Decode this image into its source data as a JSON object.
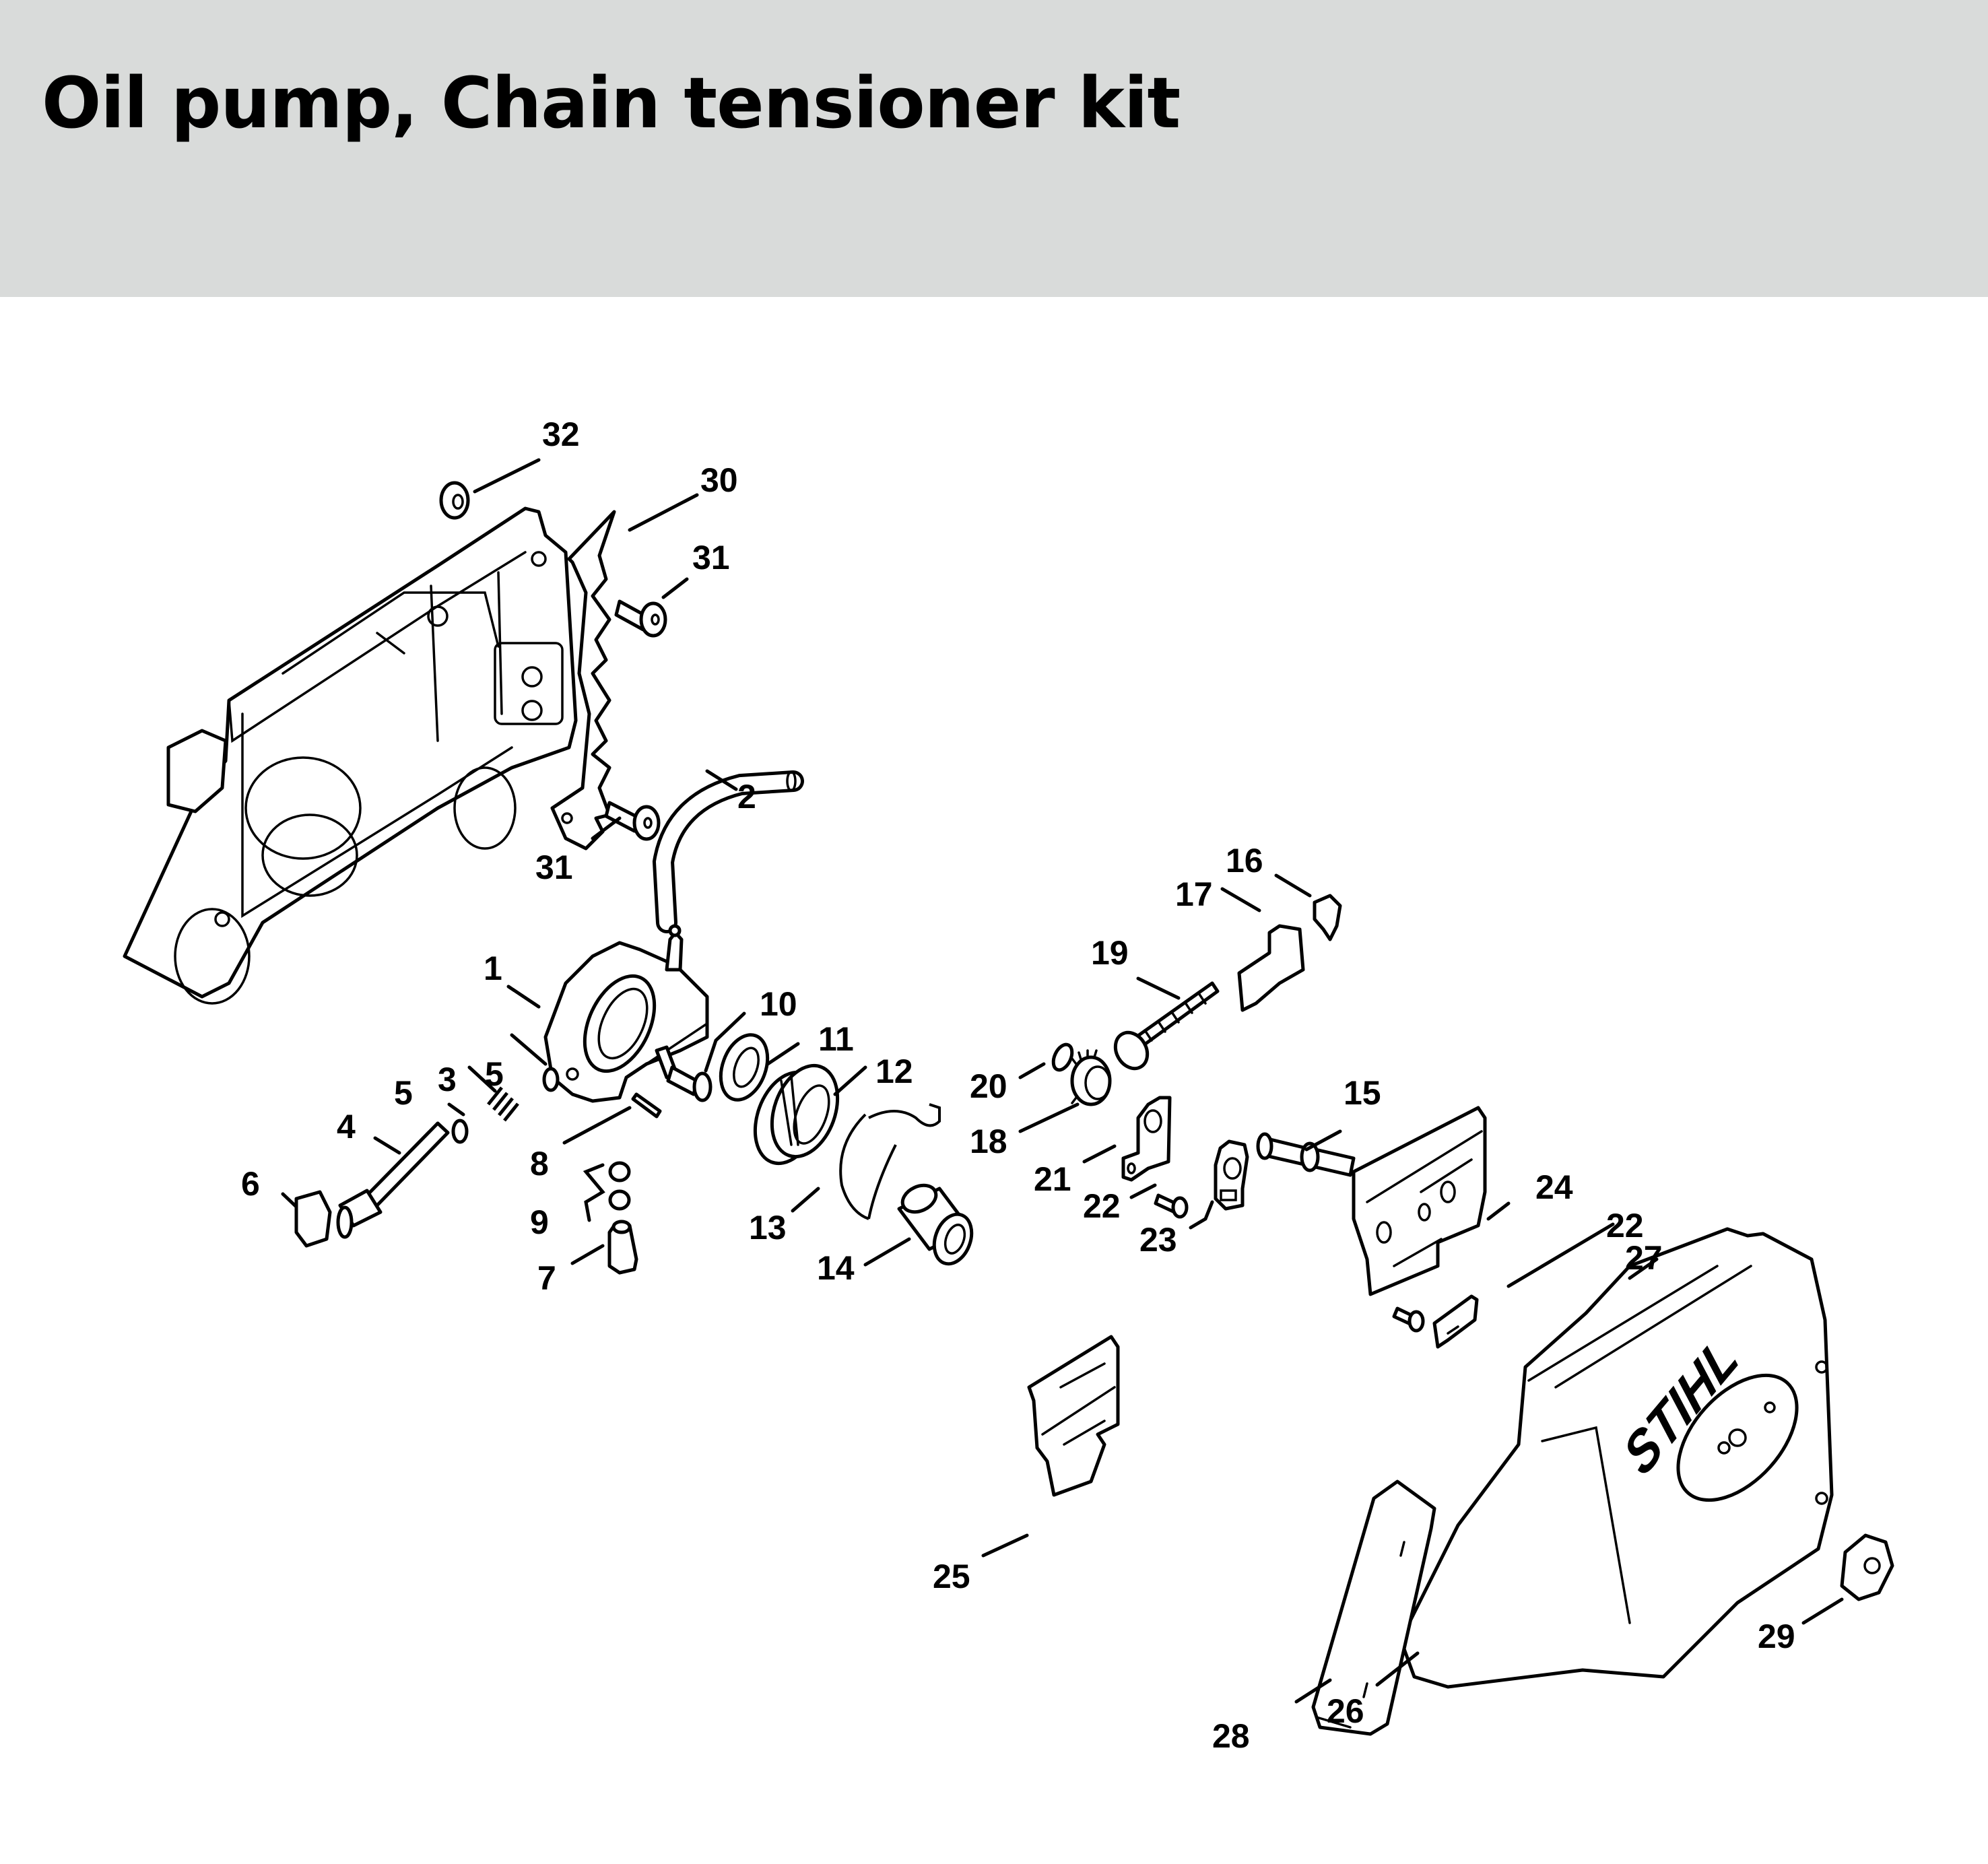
{
  "header": {
    "title": "Oil pump, Chain tensioner kit",
    "background_color": "#d9dbda"
  },
  "diagram": {
    "type": "exploded-parts-view",
    "brand_logo_text": "STIHL",
    "callouts": [
      {
        "id": "c32",
        "label": "32",
        "part": "nut"
      },
      {
        "id": "c30",
        "label": "30",
        "part": "bumper-spike"
      },
      {
        "id": "c31a",
        "label": "31",
        "part": "screw-upper"
      },
      {
        "id": "c31b",
        "label": "31",
        "part": "screw-lower"
      },
      {
        "id": "c2",
        "label": "2",
        "part": "oil-hose"
      },
      {
        "id": "c1",
        "label": "1",
        "part": "oil-pump"
      },
      {
        "id": "c10",
        "label": "10",
        "part": "pump-screw"
      },
      {
        "id": "c11",
        "label": "11",
        "part": "washer"
      },
      {
        "id": "c12",
        "label": "12",
        "part": "worm"
      },
      {
        "id": "c13",
        "label": "13",
        "part": "spring-clip"
      },
      {
        "id": "c14",
        "label": "14",
        "part": "sleeve"
      },
      {
        "id": "c5a",
        "label": "5",
        "part": "washer-pump"
      },
      {
        "id": "c3",
        "label": "3",
        "part": "compression-spring"
      },
      {
        "id": "c5b",
        "label": "5",
        "part": "washer-shaft"
      },
      {
        "id": "c4",
        "label": "4",
        "part": "adjusting-shaft"
      },
      {
        "id": "c6",
        "label": "6",
        "part": "cap"
      },
      {
        "id": "c8",
        "label": "8",
        "part": "pin"
      },
      {
        "id": "c9",
        "label": "9",
        "part": "o-rings"
      },
      {
        "id": "c7",
        "label": "7",
        "part": "plug"
      },
      {
        "id": "c16",
        "label": "16",
        "part": "clip"
      },
      {
        "id": "c17",
        "label": "17",
        "part": "tensioner-slide"
      },
      {
        "id": "c19",
        "label": "19",
        "part": "adjusting-screw"
      },
      {
        "id": "c20",
        "label": "20",
        "part": "o-ring"
      },
      {
        "id": "c18",
        "label": "18",
        "part": "bevel-gear"
      },
      {
        "id": "c21",
        "label": "21",
        "part": "tensioner-plate"
      },
      {
        "id": "c22a",
        "label": "22",
        "part": "screw-tensioner"
      },
      {
        "id": "c23",
        "label": "23",
        "part": "guide"
      },
      {
        "id": "c15",
        "label": "15",
        "part": "collar-stud"
      },
      {
        "id": "c24",
        "label": "24",
        "part": "outer-guide-plate"
      },
      {
        "id": "c22b",
        "label": "22",
        "part": "screw-cover"
      },
      {
        "id": "c27",
        "label": "27",
        "part": "chain-catcher"
      },
      {
        "id": "c25",
        "label": "25",
        "part": "inner-guide-plate"
      },
      {
        "id": "c26",
        "label": "26",
        "part": "sprocket-cover"
      },
      {
        "id": "c28",
        "label": "28",
        "part": "plate"
      },
      {
        "id": "c29",
        "label": "29",
        "part": "collar-nut"
      }
    ]
  }
}
